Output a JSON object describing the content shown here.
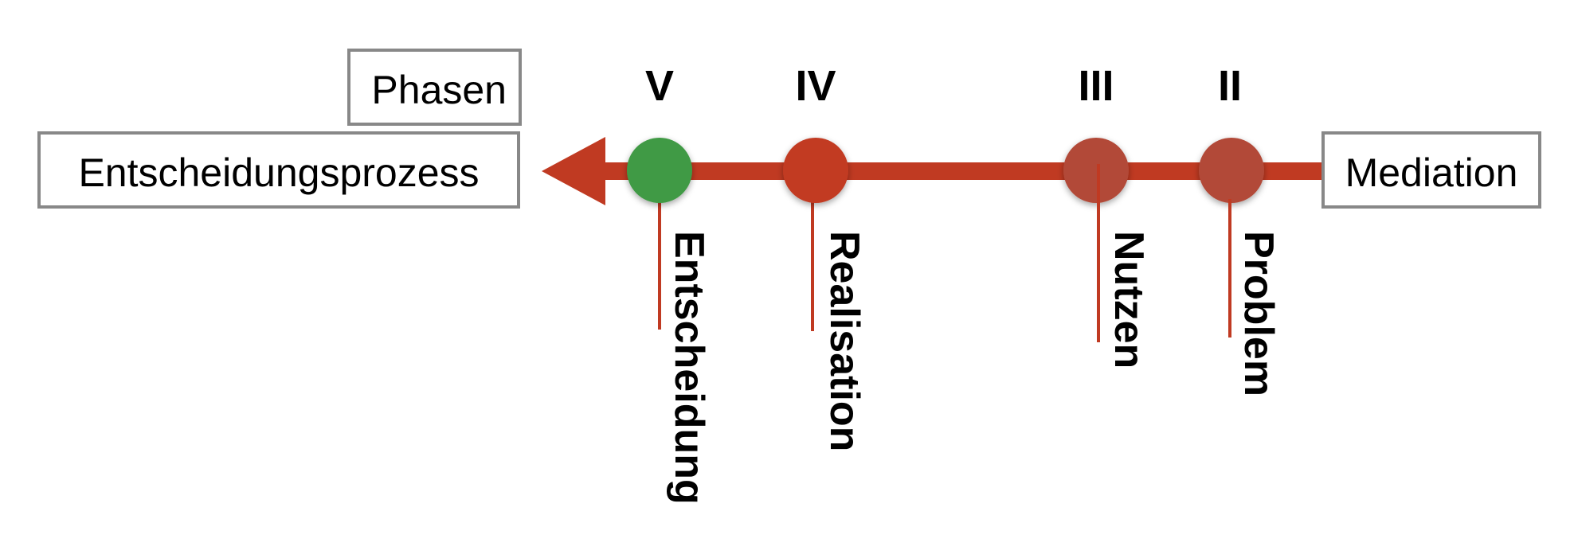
{
  "labels": {
    "phasen": "Phasen",
    "entscheidungsprozess": "Entscheidungsprozess",
    "mediation": "Mediation"
  },
  "colors": {
    "arrow": "#c03a22",
    "node_red": "#c23a22",
    "node_muted": "#b24a37",
    "node_green": "#3f9a44",
    "box_border": "#888888"
  },
  "phases": [
    {
      "numeral": "V",
      "label": "Entscheidung",
      "color": "#3f9a44"
    },
    {
      "numeral": "IV",
      "label": "Realisation",
      "color": "#c23a22"
    },
    {
      "numeral": "III",
      "label": "Nutzen",
      "color": "#b24a37"
    },
    {
      "numeral": "II",
      "label": "Problem",
      "color": "#b24a37"
    }
  ]
}
